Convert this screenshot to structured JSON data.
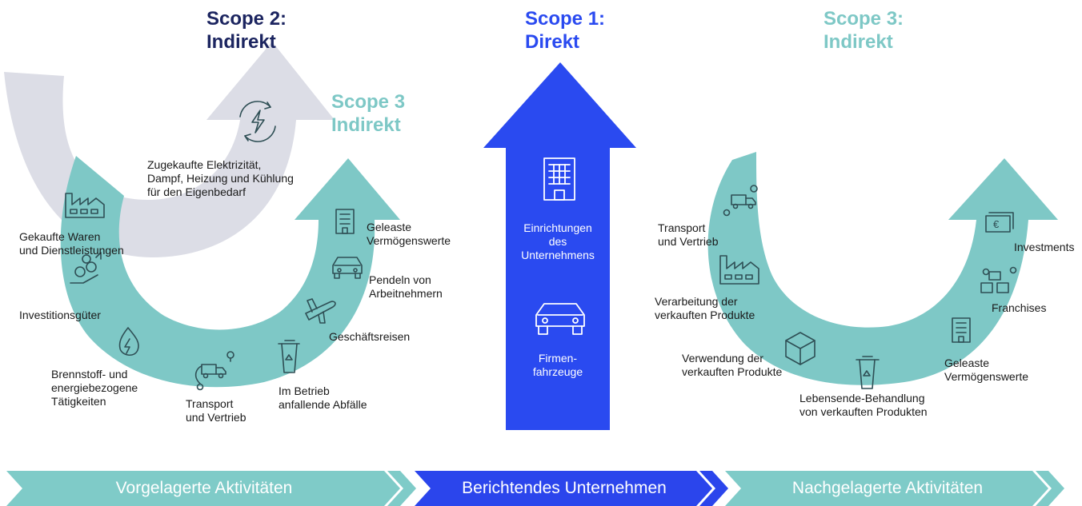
{
  "colors": {
    "navy": "#1c2560",
    "blue": "#2a4af0",
    "teal": "#7ec8c6",
    "grey": "#dcdde6",
    "band_teal": "#7fcbc8",
    "band_blue": "#2b45ec",
    "icon": "#2f4f55"
  },
  "headers": {
    "scope2": {
      "line1": "Scope 2:",
      "line2": "Indirekt"
    },
    "scope1": {
      "line1": "Scope 1:",
      "line2": "Direkt"
    },
    "scope3_right": {
      "line1": "Scope 3:",
      "line2": "Indirekt"
    },
    "scope3_left": {
      "line1": "Scope 3",
      "line2": "Indirekt"
    }
  },
  "scope2_label": [
    "Zugekaufte Elektrizität,",
    "Dampf, Heizung und Kühlung",
    "für den Eigenbedarf"
  ],
  "upstream_labels": {
    "goods": [
      "Gekaufte Waren",
      "und Dienstleistungen"
    ],
    "capital": [
      "Investitionsgüter"
    ],
    "fuel": [
      "Brennstoff- und",
      "energiebezogene",
      "Tätigkeiten"
    ],
    "transport": [
      "Transport",
      "und Vertrieb"
    ],
    "waste": [
      "Im Betrieb",
      "anfallende Abfälle"
    ],
    "travel": [
      "Geschäftsreisen"
    ],
    "commute": [
      "Pendeln von",
      "Arbeitnehmern"
    ],
    "leased": [
      "Geleaste",
      "Vermögenswerte"
    ]
  },
  "scope1_labels": {
    "facilities": [
      "Einrichtungen",
      "des",
      "Unternehmens"
    ],
    "vehicles": [
      "Firmen-",
      "fahrzeuge"
    ]
  },
  "downstream_labels": {
    "transport": [
      "Transport",
      "und Vertrieb"
    ],
    "processing": [
      "Verarbeitung der",
      "verkauften Produkte"
    ],
    "use": [
      "Verwendung der",
      "verkauften Produkte"
    ],
    "eol": [
      "Lebensende-Behandlung",
      "von verkauften Produkten"
    ],
    "leased": [
      "Geleaste",
      "Vermögenswerte"
    ],
    "franchises": [
      "Franchises"
    ],
    "investments": [
      "Investments"
    ]
  },
  "bands": {
    "upstream": "Vorgelagerte Aktivitäten",
    "reporting": "Berichtendes Unternehmen",
    "downstream": "Nachgelagerte Aktivitäten"
  },
  "icons": {
    "upstream": [
      "factory-icon",
      "coins-hand-icon",
      "flame-icon",
      "truck-route-icon",
      "recycle-bin-icon",
      "airplane-icon",
      "car-icon",
      "building-icon"
    ],
    "scope2": [
      "electricity-cycle-icon"
    ],
    "scope1": [
      "building-icon",
      "car-icon"
    ],
    "downstream": [
      "truck-route-icon",
      "factory-icon",
      "box-icon",
      "recycle-bin-icon",
      "building-icon",
      "shops-icon",
      "money-icon"
    ]
  }
}
